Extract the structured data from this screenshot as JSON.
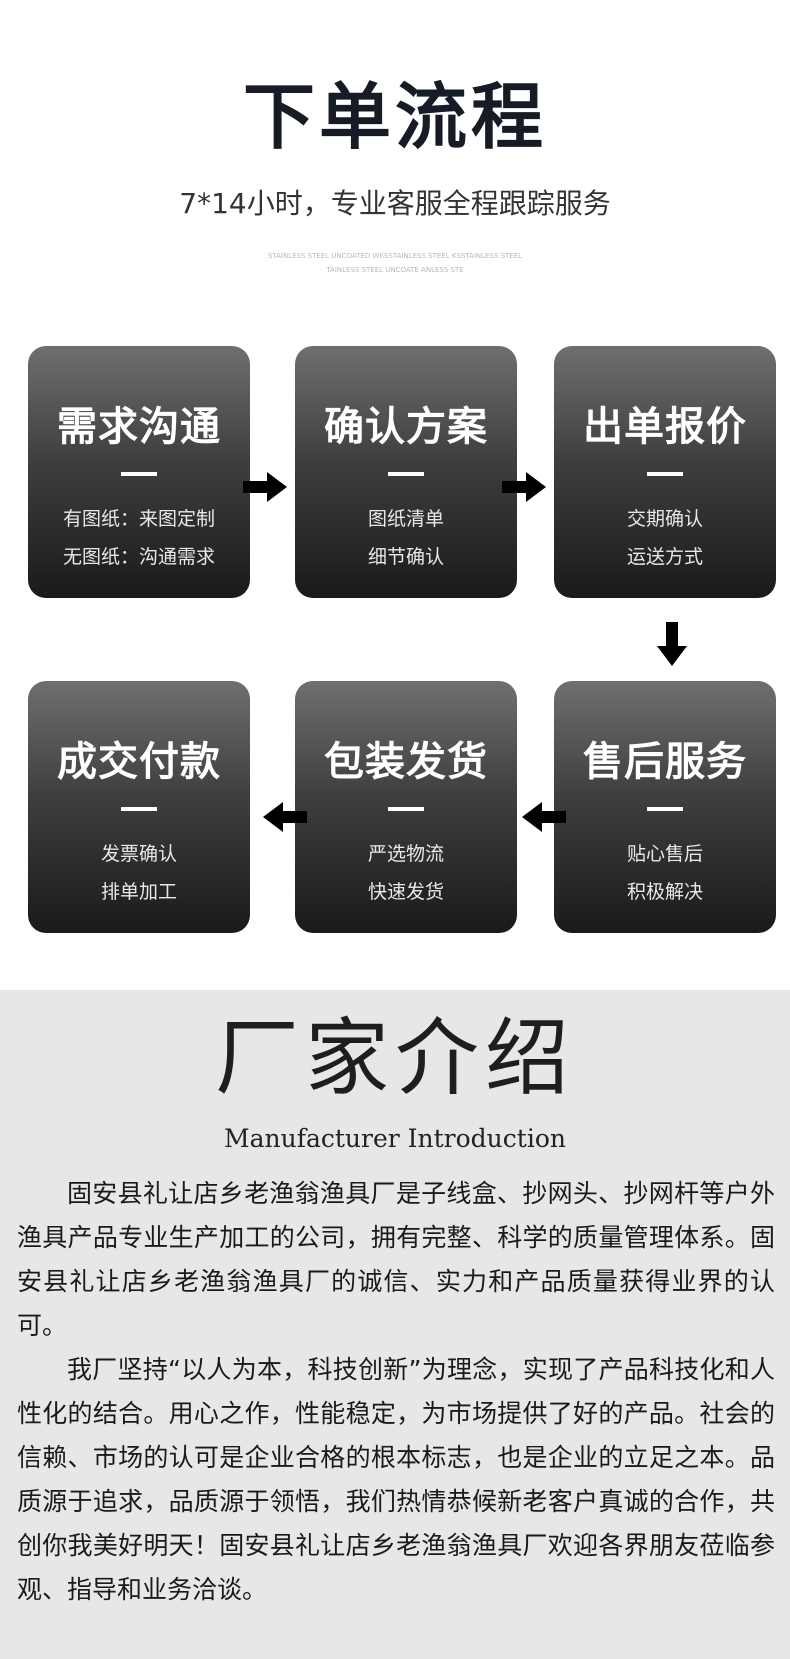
{
  "header": {
    "title": "下单流程",
    "subtitle": "7*14小时，专业客服全程跟踪服务",
    "tiny_line1": "STAINLESS STEEL UNCOATED WKSSTAINLESS STEEL KSSTAINLESS STEEL",
    "tiny_line2": "TAINLESS STEEL UNCOATE ANLESS STE"
  },
  "steps": [
    {
      "title": "需求沟通",
      "line1": "有图纸：来图定制",
      "line2": "无图纸：沟通需求"
    },
    {
      "title": "确认方案",
      "line1": "图纸清单",
      "line2": "细节确认"
    },
    {
      "title": "出单报价",
      "line1": "交期确认",
      "line2": "运送方式"
    },
    {
      "title": "售后服务",
      "line1": "贴心售后",
      "line2": "积极解决"
    },
    {
      "title": "包装发货",
      "line1": "严选物流",
      "line2": "快速发货"
    },
    {
      "title": "成交付款",
      "line1": "发票确认",
      "line2": "排单加工"
    }
  ],
  "manufacturer": {
    "title": "厂家介绍",
    "subtitle": "Manufacturer Introduction",
    "paragraph1": "固安县礼让店乡老渔翁渔具厂是子线盒、抄网头、抄网杆等户外渔具产品专业生产加工的公司，拥有完整、科学的质量管理体系。固安县礼让店乡老渔翁渔具厂的诚信、实力和产品质量获得业界的认可。",
    "paragraph2": "我厂坚持“以人为本，科技创新”为理念，实现了产品科技化和人性化的结合。用心之作，性能稳定，为市场提供了好的产品。社会的信赖、市场的认可是企业合格的根本标志，也是企业的立足之本。品质源于追求，品质源于领悟，我们热情恭候新老客户真诚的合作，共创你我美好明天！固安县礼让店乡老渔翁渔具厂欢迎各界朋友莅临参观、指导和业务洽谈。"
  },
  "colors": {
    "card_top": "#6f6f6f",
    "card_bottom": "#1a1a1a",
    "bottom_bg": "#e7e7e7",
    "title": "#171b26"
  }
}
